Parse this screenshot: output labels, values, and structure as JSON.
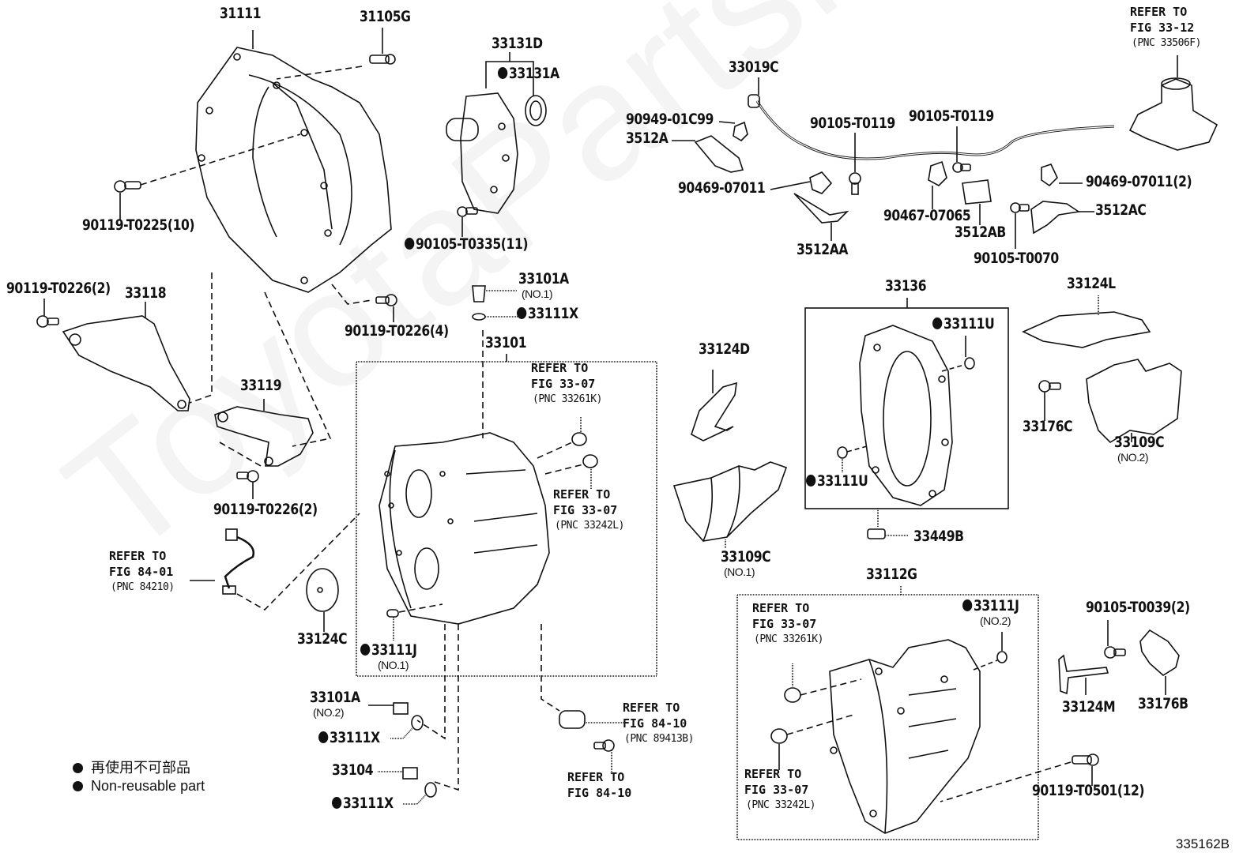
{
  "diagram": {
    "figure_id": "335162B",
    "watermark": "ToyotaPartsMine.ru",
    "legend": [
      {
        "symbol": "filled-circle",
        "text": "再使用不可部品"
      },
      {
        "symbol": "filled-circle",
        "text": "Non-reusable part"
      }
    ],
    "parts": {
      "p31111": {
        "pnc": "31111",
        "nonreusable": false
      },
      "p31105G": {
        "pnc": "31105G",
        "nonreusable": false
      },
      "p33131D": {
        "pnc": "33131D",
        "nonreusable": false
      },
      "p33131A": {
        "pnc": "33131A",
        "nonreusable": true
      },
      "p90119_T0225": {
        "pnc": "90119-T0225(10)",
        "nonreusable": false
      },
      "p90105_T0335": {
        "pnc": "90105-T0335(11)",
        "nonreusable": true
      },
      "p33019C": {
        "pnc": "33019C",
        "nonreusable": false
      },
      "p90949_01C99": {
        "pnc": "90949-01C99",
        "nonreusable": false
      },
      "p3512A": {
        "pnc": "3512A",
        "nonreusable": false
      },
      "p90105_T0119_a": {
        "pnc": "90105-T0119",
        "nonreusable": false
      },
      "p90105_T0119_b": {
        "pnc": "90105-T0119",
        "nonreusable": false
      },
      "p90469_07011": {
        "pnc": "90469-07011",
        "nonreusable": false
      },
      "p90469_07011_2": {
        "pnc": "90469-07011(2)",
        "nonreusable": false
      },
      "p90467_07065": {
        "pnc": "90467-07065",
        "nonreusable": false
      },
      "p3512AB": {
        "pnc": "3512AB",
        "nonreusable": false
      },
      "p3512AC": {
        "pnc": "3512AC",
        "nonreusable": false
      },
      "p3512AA": {
        "pnc": "3512AA",
        "nonreusable": false
      },
      "p90105_T0070": {
        "pnc": "90105-T0070",
        "nonreusable": false
      },
      "p90119_T0226_2a": {
        "pnc": "90119-T0226(2)",
        "nonreusable": false
      },
      "p33118": {
        "pnc": "33118",
        "nonreusable": false
      },
      "p33119": {
        "pnc": "33119",
        "nonreusable": false
      },
      "p90119_T0226_2b": {
        "pnc": "90119-T0226(2)",
        "nonreusable": false
      },
      "p90119_T0226_4": {
        "pnc": "90119-T0226(4)",
        "nonreusable": false
      },
      "p33101A_1": {
        "pnc": "33101A",
        "sub": "(NO.1)",
        "nonreusable": false
      },
      "p33111X_top": {
        "pnc": "33111X",
        "nonreusable": true
      },
      "p33101": {
        "pnc": "33101",
        "nonreusable": false
      },
      "p33111J_1": {
        "pnc": "33111J",
        "sub": "(NO.1)",
        "nonreusable": true
      },
      "p33124C": {
        "pnc": "33124C",
        "nonreusable": false
      },
      "p33101A_2": {
        "pnc": "33101A",
        "sub": "(NO.2)",
        "nonreusable": false
      },
      "p33111X_mid": {
        "pnc": "33111X",
        "nonreusable": true
      },
      "p33104": {
        "pnc": "33104",
        "nonreusable": false
      },
      "p33111X_bot": {
        "pnc": "33111X",
        "nonreusable": true
      },
      "p33124D": {
        "pnc": "33124D",
        "nonreusable": false
      },
      "p33109C_1": {
        "pnc": "33109C",
        "sub": "(NO.1)",
        "nonreusable": false
      },
      "p33136": {
        "pnc": "33136",
        "nonreusable": false
      },
      "p33111U_top": {
        "pnc": "33111U",
        "nonreusable": true
      },
      "p33111U_bot": {
        "pnc": "33111U",
        "nonreusable": true
      },
      "p33449B": {
        "pnc": "33449B",
        "nonreusable": false
      },
      "p33124L": {
        "pnc": "33124L",
        "nonreusable": false
      },
      "p33176C": {
        "pnc": "33176C",
        "nonreusable": false
      },
      "p33109C_2": {
        "pnc": "33109C",
        "sub": "(NO.2)",
        "nonreusable": false
      },
      "p33112G": {
        "pnc": "33112G",
        "nonreusable": false
      },
      "p33111J_2": {
        "pnc": "33111J",
        "sub": "(NO.2)",
        "nonreusable": true
      },
      "p90105_T0039": {
        "pnc": "90105-T0039(2)",
        "nonreusable": false
      },
      "p33124M": {
        "pnc": "33124M",
        "nonreusable": false
      },
      "p33176B": {
        "pnc": "33176B",
        "nonreusable": false
      },
      "p90119_T0501": {
        "pnc": "90119-T0501(12)",
        "nonreusable": false
      }
    },
    "references": {
      "r_fig33_12": {
        "line1": "REFER TO",
        "line2": "FIG 33-12",
        "pnc": "(PNC 33506F)"
      },
      "r_fig84_01": {
        "line1": "REFER TO",
        "line2": "FIG 84-01",
        "pnc": "(PNC 84210)"
      },
      "r_33261K_a": {
        "line1": "REFER TO",
        "line2": "FIG 33-07",
        "pnc": "(PNC 33261K)"
      },
      "r_33242L_a": {
        "line1": "REFER TO",
        "line2": "FIG 33-07",
        "pnc": "(PNC 33242L)"
      },
      "r_89413B": {
        "line1": "REFER TO",
        "line2": "FIG 84-10",
        "pnc": "(PNC 89413B)"
      },
      "r_84_10": {
        "line1": "REFER TO",
        "line2": "FIG 84-10",
        "pnc": ""
      },
      "r_33261K_b": {
        "line1": "REFER TO",
        "line2": "FIG 33-07",
        "pnc": "(PNC 33261K)"
      },
      "r_33242L_b": {
        "line1": "REFER TO",
        "line2": "FIG 33-07",
        "pnc": "(PNC 33242L)"
      }
    }
  }
}
